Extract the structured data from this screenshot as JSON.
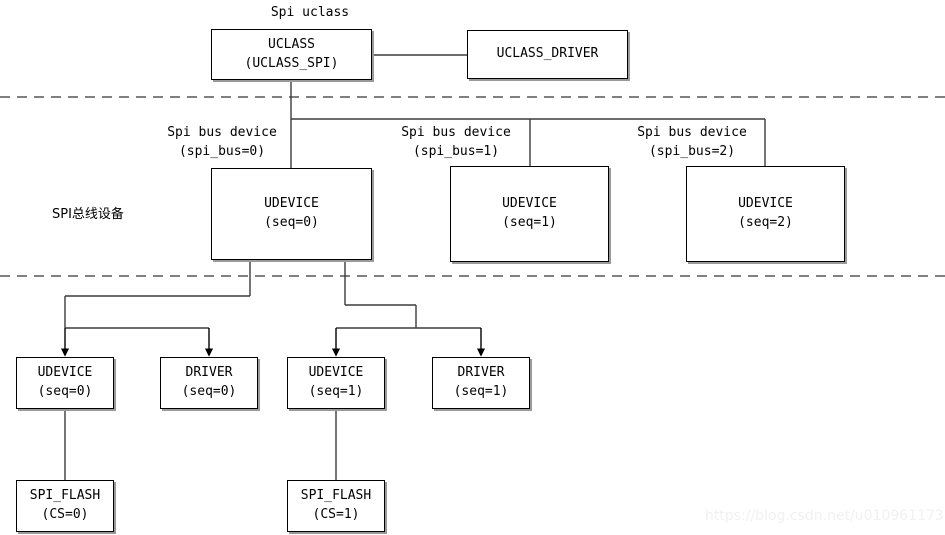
{
  "diagram": {
    "title_caption": "Spi uclass",
    "side_label": "SPI总线设备",
    "watermark": "https://blog.csdn.net/u010961173",
    "colors": {
      "box_border": "#000000",
      "box_shadow": "#9a9a9a",
      "wire": "#3c3c3c",
      "dashed_line": "#808080",
      "background": "#ffffff",
      "text": "#000000",
      "watermark": "#f1f1f1"
    },
    "captions": {
      "spi_uclass": "Spi uclass",
      "bus0_line1": "Spi bus device",
      "bus0_line2": "(spi_bus=0)",
      "bus1_line1": "Spi bus device",
      "bus1_line2": "(spi_bus=1)",
      "bus2_line1": "Spi bus device",
      "bus2_line2": "(spi_bus=2)"
    },
    "nodes": {
      "uclass": {
        "line1": "UCLASS",
        "line2": "(UCLASS_SPI)"
      },
      "uclass_driver": {
        "line1": "UCLASS_DRIVER",
        "line2": ""
      },
      "bus_dev0": {
        "line1": "UDEVICE",
        "line2": "(seq=0)"
      },
      "bus_dev1": {
        "line1": "UDEVICE",
        "line2": "(seq=1)"
      },
      "bus_dev2": {
        "line1": "UDEVICE",
        "line2": "(seq=2)"
      },
      "child_udev0": {
        "line1": "UDEVICE",
        "line2": "(seq=0)"
      },
      "child_drv0": {
        "line1": "DRIVER",
        "line2": "(seq=0)"
      },
      "child_udev1": {
        "line1": "UDEVICE",
        "line2": "(seq=1)"
      },
      "child_drv1": {
        "line1": "DRIVER",
        "line2": "(seq=1)"
      },
      "flash0": {
        "line1": "SPI_FLASH",
        "line2": "(CS=0)"
      },
      "flash1": {
        "line1": "SPI_FLASH",
        "line2": "(CS=1)"
      }
    }
  }
}
